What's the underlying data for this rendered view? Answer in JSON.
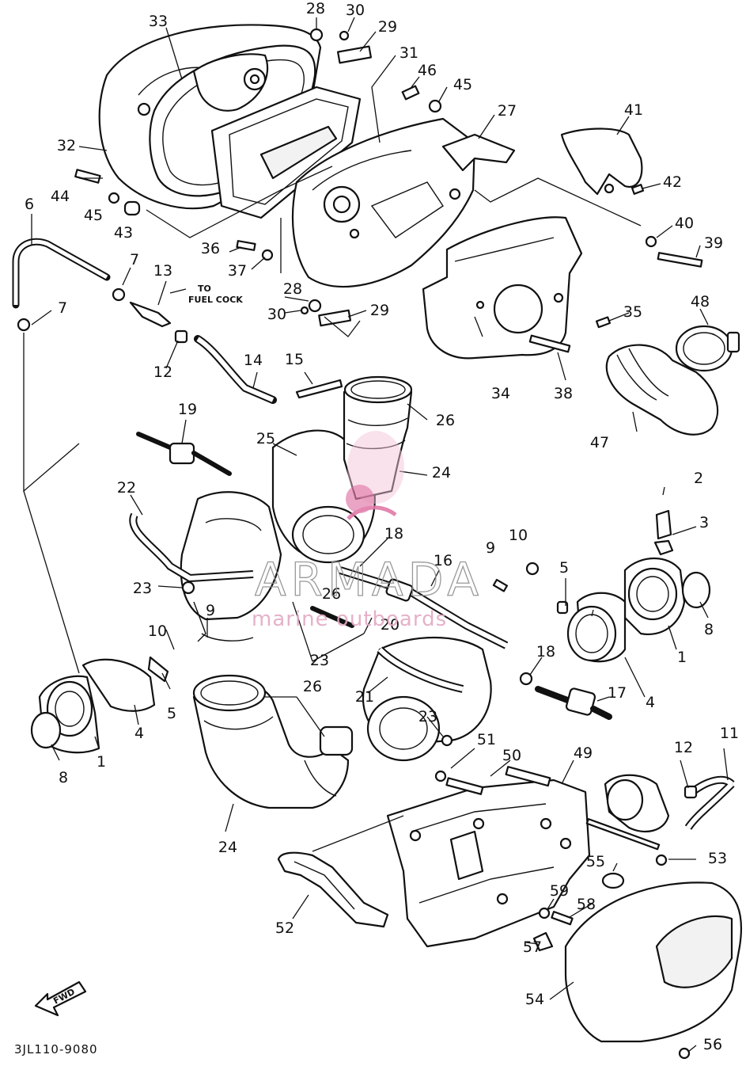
{
  "figure": {
    "drawing_code": "3JL110-9080",
    "fuel_note_line1": "TO",
    "fuel_note_line2": "FUEL COCK",
    "fwd_label": "FWD"
  },
  "watermark": {
    "brand": "ARMADA",
    "tagline": "marine outboards",
    "color": "#e07aa8"
  },
  "callouts": {
    "c1a": "1",
    "c1b": "1",
    "c2": "2",
    "c3": "3",
    "c4a": "4",
    "c4b": "4",
    "c5a": "5",
    "c5b": "5",
    "c6": "6",
    "c7a": "7",
    "c7b": "7",
    "c8a": "8",
    "c8b": "8",
    "c9a": "9",
    "c9b": "9",
    "c10a": "10",
    "c10b": "10",
    "c11": "11",
    "c12a": "12",
    "c12b": "12",
    "c13": "13",
    "c14": "14",
    "c15": "15",
    "c16": "16",
    "c17": "17",
    "c18a": "18",
    "c18b": "18",
    "c19": "19",
    "c20": "20",
    "c21": "21",
    "c22": "22",
    "c23a": "23",
    "c23b": "23",
    "c23c": "23",
    "c24a": "24",
    "c24b": "24",
    "c25": "25",
    "c26a": "26",
    "c26b": "26",
    "c26c": "26",
    "c27": "27",
    "c28a": "28",
    "c28b": "28",
    "c29a": "29",
    "c29b": "29",
    "c30a": "30",
    "c30b": "30",
    "c31": "31",
    "c32": "32",
    "c33": "33",
    "c34": "34",
    "c35": "35",
    "c36": "36",
    "c37": "37",
    "c38": "38",
    "c39": "39",
    "c40": "40",
    "c41": "41",
    "c42": "42",
    "c43": "43",
    "c44": "44",
    "c45a": "45",
    "c45b": "45",
    "c46": "46",
    "c47": "47",
    "c48": "48",
    "c49": "49",
    "c50": "50",
    "c51": "51",
    "c52": "52",
    "c53": "53",
    "c54": "54",
    "c55": "55",
    "c56": "56",
    "c57": "57",
    "c58": "58",
    "c59": "59"
  }
}
